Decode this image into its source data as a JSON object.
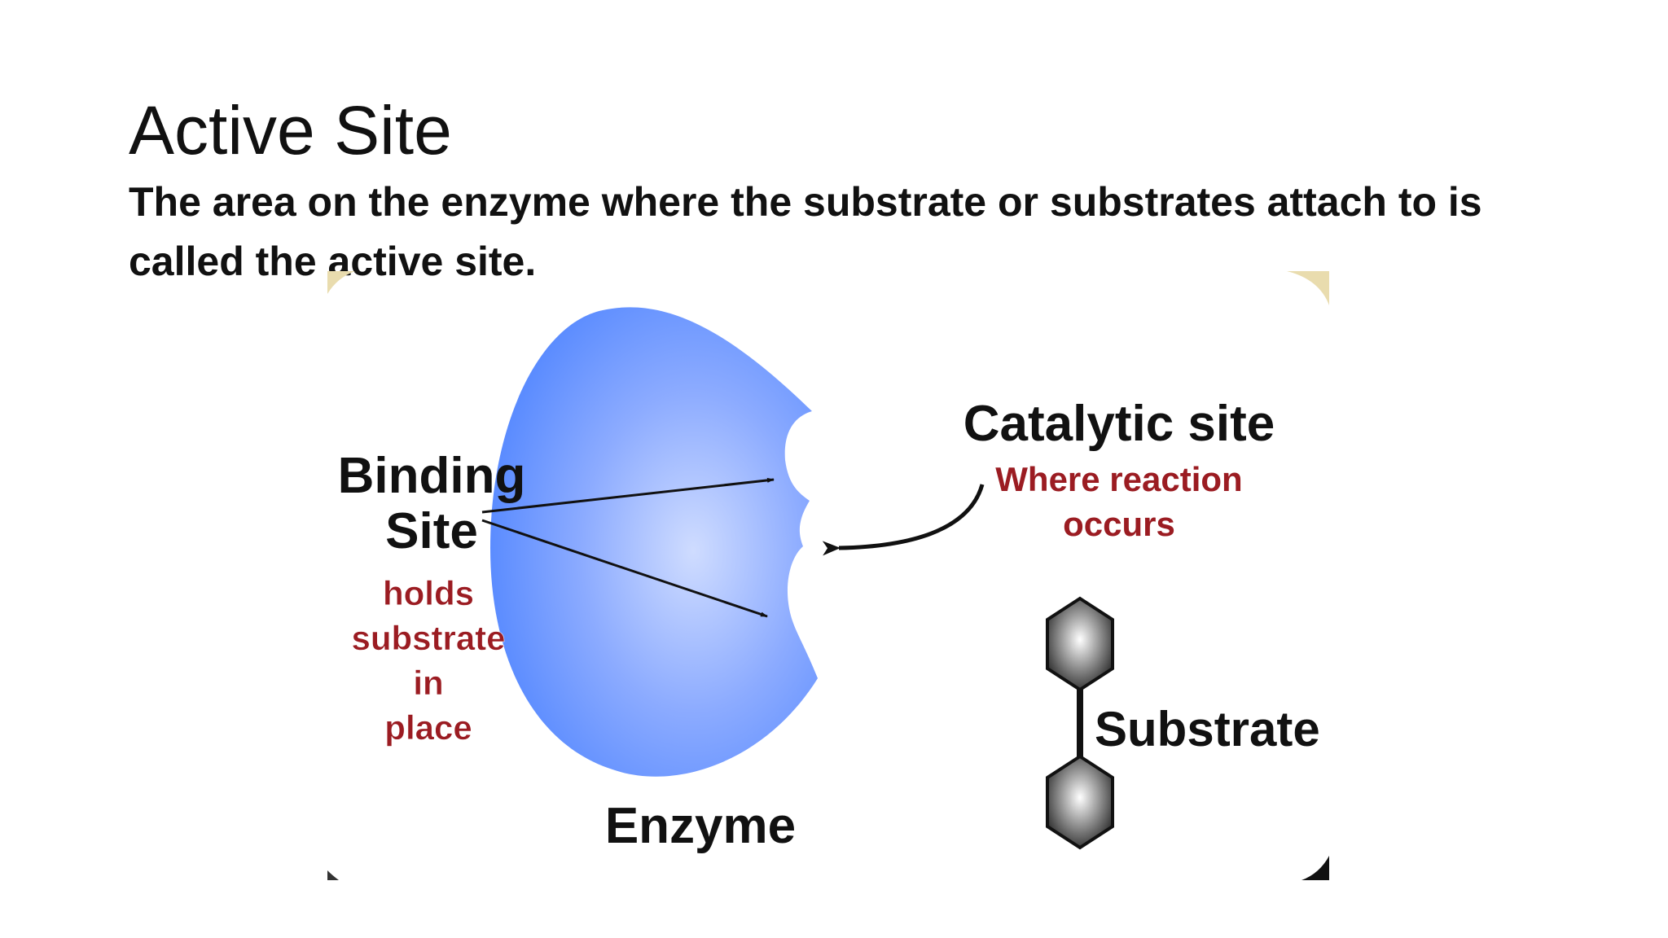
{
  "slide": {
    "title": "Active Site",
    "subtitle": "The area on the enzyme where the substrate or substrates attach to is called the active site."
  },
  "diagram": {
    "binding_site_line1": "Binding",
    "binding_site_line2": "Site",
    "binding_desc_line1": "holds",
    "binding_desc_line2": "substrate",
    "binding_desc_line3": "in",
    "binding_desc_line4": "place",
    "catalytic_site": "Catalytic site",
    "catalytic_desc_line1": "Where reaction",
    "catalytic_desc_line2": "occurs",
    "substrate_label": "Substrate",
    "enzyme_label": "Enzyme",
    "colors": {
      "enzyme_blue": "#5b8cff",
      "enzyme_highlight": "#cfdcff",
      "desc_red": "#9b1c22",
      "label_black": "#111111",
      "corner_tan": "#e9dcae"
    }
  }
}
